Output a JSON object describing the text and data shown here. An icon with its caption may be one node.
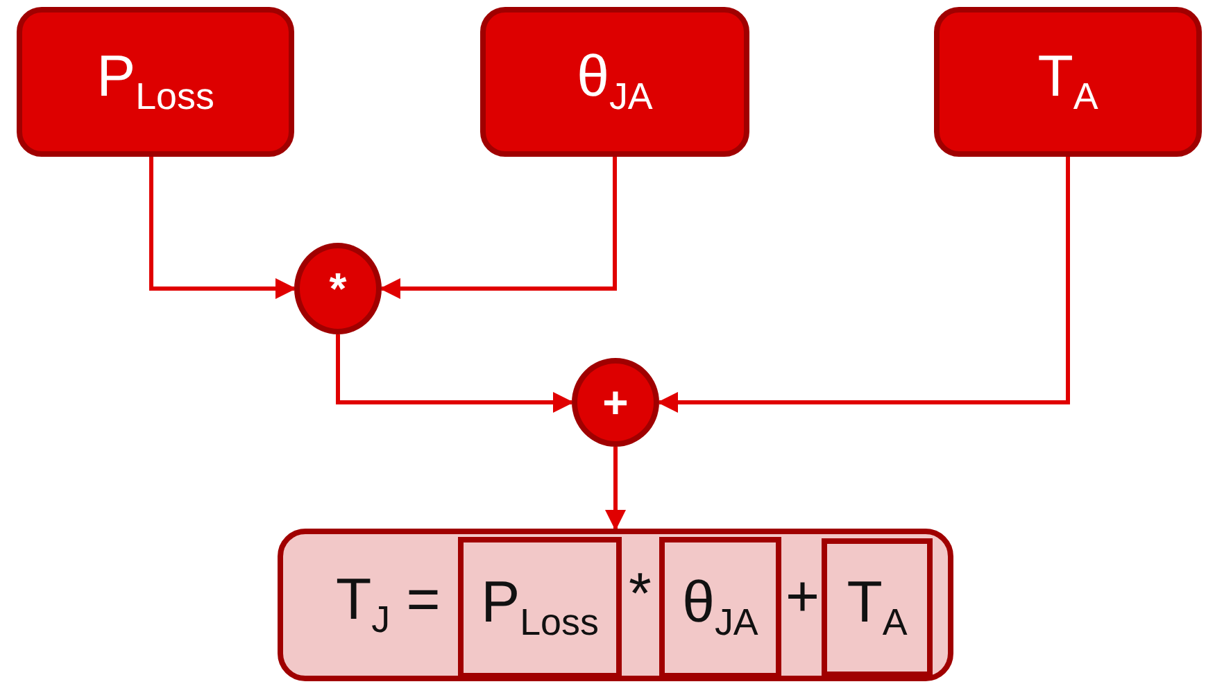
{
  "diagram": {
    "nodes": [
      {
        "text": [
          "P$_{Loss}$"
        ]
      },
      {
        "text": [
          "θ$_{JA}$"
        ]
      },
      {
        "text": [
          "T$_{A}$"
        ]
      },
      {
        "text": [
          "*"
        ]
      },
      {
        "text": [
          "+"
        ]
      },
      {
        "text": [
          "T$_{J}$ =",
          "*",
          "+"
        ]
      },
      {
        "text": [
          "P$_{Loss}$"
        ],
        "in": 5
      },
      {
        "text": [
          "θ$_{JA}$"
        ],
        "in": 5
      },
      {
        "text": [
          "T$_{A}$"
        ],
        "in": 5
      }
    ],
    "edges": [
      {
        "from": 0,
        "to": 3,
        "arrow": "to"
      },
      {
        "from": 1,
        "to": 3,
        "arrow": "to"
      },
      {
        "from": 3,
        "to": 4,
        "arrow": "to"
      },
      {
        "from": 2,
        "to": 4,
        "arrow": "to"
      },
      {
        "from": 4,
        "to": 5,
        "arrow": "to"
      }
    ]
  }
}
